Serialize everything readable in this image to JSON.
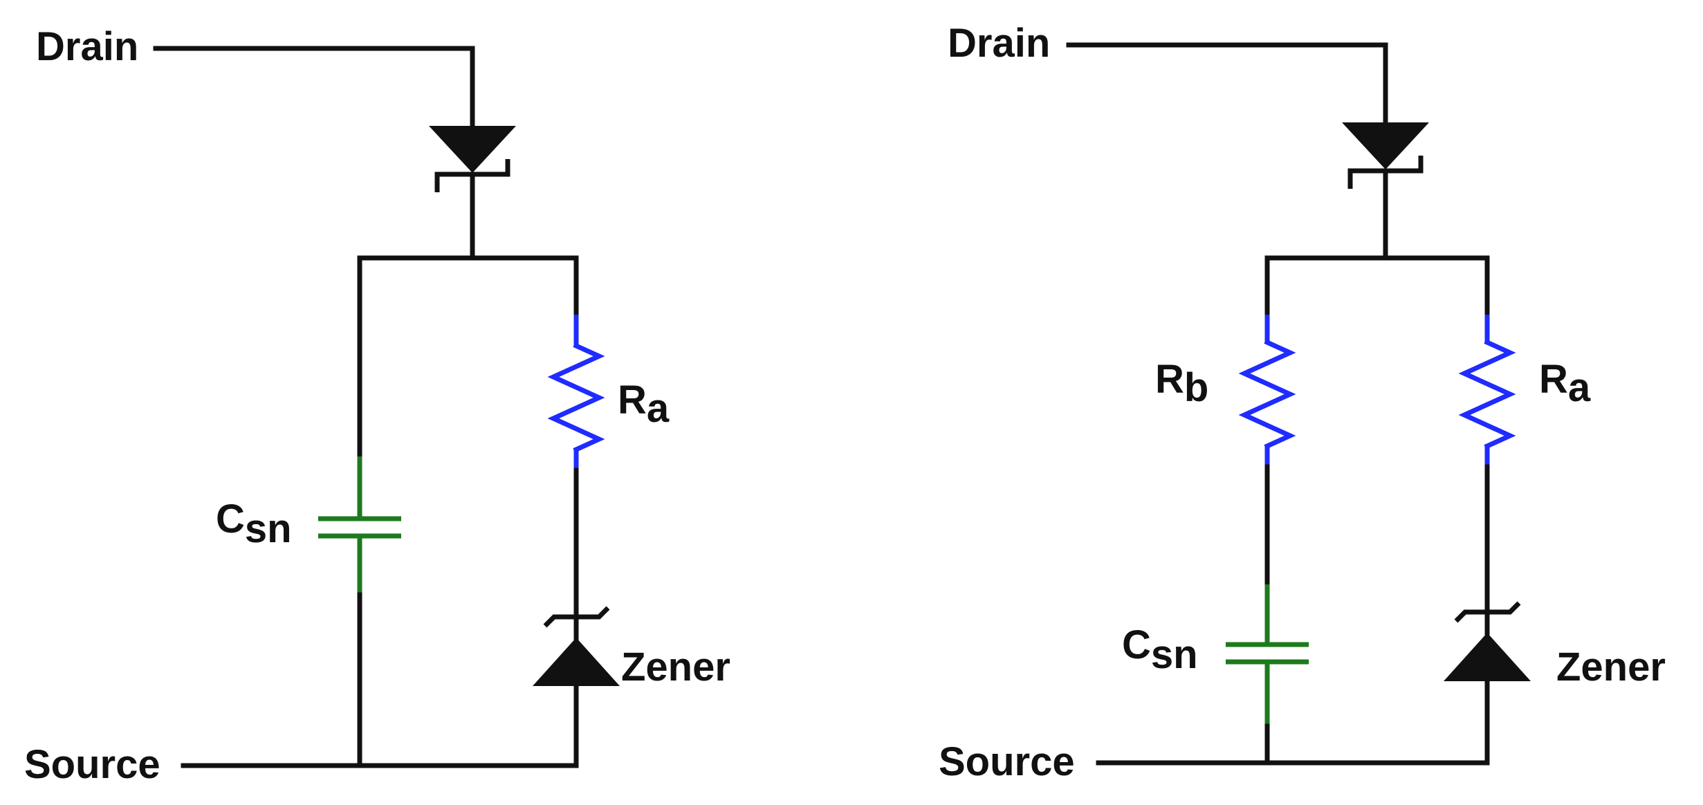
{
  "circuits": [
    {
      "id": "left",
      "labels": {
        "drain": "Drain",
        "source": "Source",
        "ra_main": "R",
        "ra_sub": "a",
        "csn_main": "C",
        "csn_sub": "sn",
        "zener": "Zener"
      }
    },
    {
      "id": "right",
      "labels": {
        "drain": "Drain",
        "source": "Source",
        "rb_main": "R",
        "rb_sub": "b",
        "ra_main": "R",
        "ra_sub": "a",
        "csn_main": "C",
        "csn_sub": "sn",
        "zener": "Zener"
      }
    }
  ],
  "colors": {
    "wire": "#111111",
    "resistor": "#1f2bff",
    "capacitor": "#1d7a1d"
  },
  "icons": {
    "blocking_diode": "schottky-diode-icon",
    "zener_diode": "zener-diode-icon",
    "resistor": "resistor-icon",
    "capacitor": "capacitor-icon"
  }
}
